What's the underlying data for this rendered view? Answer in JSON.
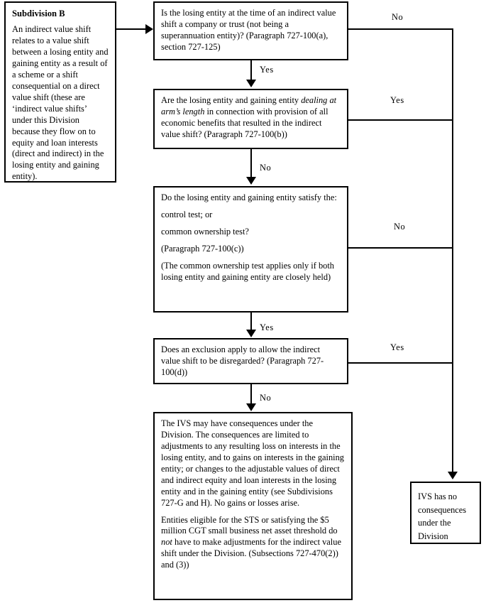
{
  "diagram": {
    "title": "Subdivision B indirect value shift decision flowchart",
    "colors": {
      "line": "#000000",
      "background": "#ffffff",
      "text": "#000000"
    }
  },
  "panel": {
    "heading": "Subdivision B",
    "body": "An indirect value shift relates to a value shift between a losing entity and gaining entity as a result of a scheme or a shift consequential on a direct value shift (these are ‘indirect value shifts’ under this Division because they flow on to equity and loan interests (direct and indirect) in the losing entity and gaining entity)."
  },
  "nodes": {
    "q1": {
      "text": "Is the losing entity at the time of an indirect value shift a company or trust (not being a superannuation entity)? (Paragraph 727-100(a), section 727-125)"
    },
    "q2": {
      "lead": "Are the losing entity and gaining entity ",
      "emphasis": "dealing at arm’s length",
      "tail": " in connection with provision of all economic benefits that resulted in the indirect value shift? (Paragraph 727-100(b))"
    },
    "q3": {
      "line1": "Do the losing entity and gaining entity satisfy the:",
      "bullet1": "control test; or",
      "bullet2": "common ownership test?",
      "line2": "(Paragraph 727-100(c))",
      "line3": "(The common ownership test applies only if both losing entity and gaining entity are closely held)"
    },
    "q4": {
      "text": "Does an exclusion apply to allow the indirect value shift to be disregarded? (Paragraph 727-100(d))"
    },
    "outcome": {
      "para1": "The IVS may have consequences under the Division. The consequences are limited to adjustments to any resulting loss on interests in the losing entity, and to gains on interests in the gaining entity; or changes to the adjustable values of direct and indirect equity and loan interests in the losing entity and in the gaining entity (see Subdivisions 727-G and H). No gains or losses arise.",
      "para2_lead": "Entities eligible for the STS or satisfying the $5 million CGT small business net asset threshold do ",
      "para2_emphasis": "not",
      "para2_tail": " have to make adjustments for the indirect value shift under the Division. (Subsections 727-470(2)) and (3))"
    },
    "no_consequences": {
      "line1": "IVS has no",
      "line2": "consequences",
      "line3": "under the",
      "line4": "Division"
    }
  },
  "edges": {
    "q1_yes": "Yes",
    "q1_no": "No",
    "q2_no": "No",
    "q2_yes": "Yes",
    "q3_yes": "Yes",
    "q3_no": "No",
    "q4_no": "No",
    "q4_yes": "Yes"
  }
}
